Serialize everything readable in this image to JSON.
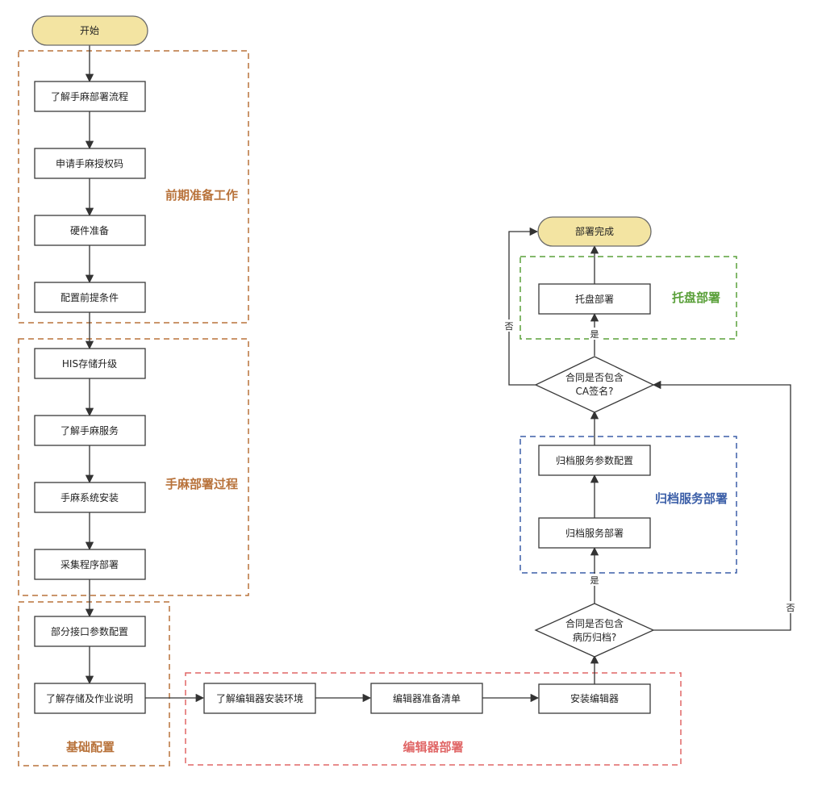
{
  "colors": {
    "terminal_fill": "#f3e4a2",
    "terminal_stroke": "#6b6b6b",
    "box_stroke": "#3a3a3a",
    "edge": "#333333",
    "group_prep": "#b8723a",
    "group_shouma": "#b8723a",
    "group_basic": "#b8723a",
    "group_editor": "#e06666",
    "group_archive": "#3c5fa8",
    "group_tray": "#5aa03a"
  },
  "nodes": {
    "start": "开始",
    "understand_flow": "了解手麻部署流程",
    "apply_code": "申请手麻授权码",
    "hardware": "硬件准备",
    "preconditions": "配置前提条件",
    "his_upgrade": "HIS存储升级",
    "understand_service": "了解手麻服务",
    "system_install": "手麻系统安装",
    "collector_deploy": "采集程序部署",
    "interface_config": "部分接口参数配置",
    "storage_doc": "了解存储及作业说明",
    "editor_env": "了解编辑器安装环境",
    "editor_checklist": "编辑器准备清单",
    "install_editor": "安装编辑器",
    "decision_archive_line1": "合同是否包含",
    "decision_archive_line2": "病历归档?",
    "archive_deploy": "归档服务部署",
    "archive_config": "归档服务参数配置",
    "decision_ca_line1": "合同是否包含",
    "decision_ca_line2": "CA签名?",
    "tray_deploy": "托盘部署",
    "done": "部署完成"
  },
  "groups": {
    "prep": "前期准备工作",
    "shouma": "手麻部署过程",
    "basic": "基础配置",
    "editor": "编辑器部署",
    "archive": "归档服务部署",
    "tray": "托盘部署"
  },
  "edge_labels": {
    "yes_archive": "是",
    "no_archive": "否",
    "yes_ca": "是",
    "no_ca": "否"
  }
}
